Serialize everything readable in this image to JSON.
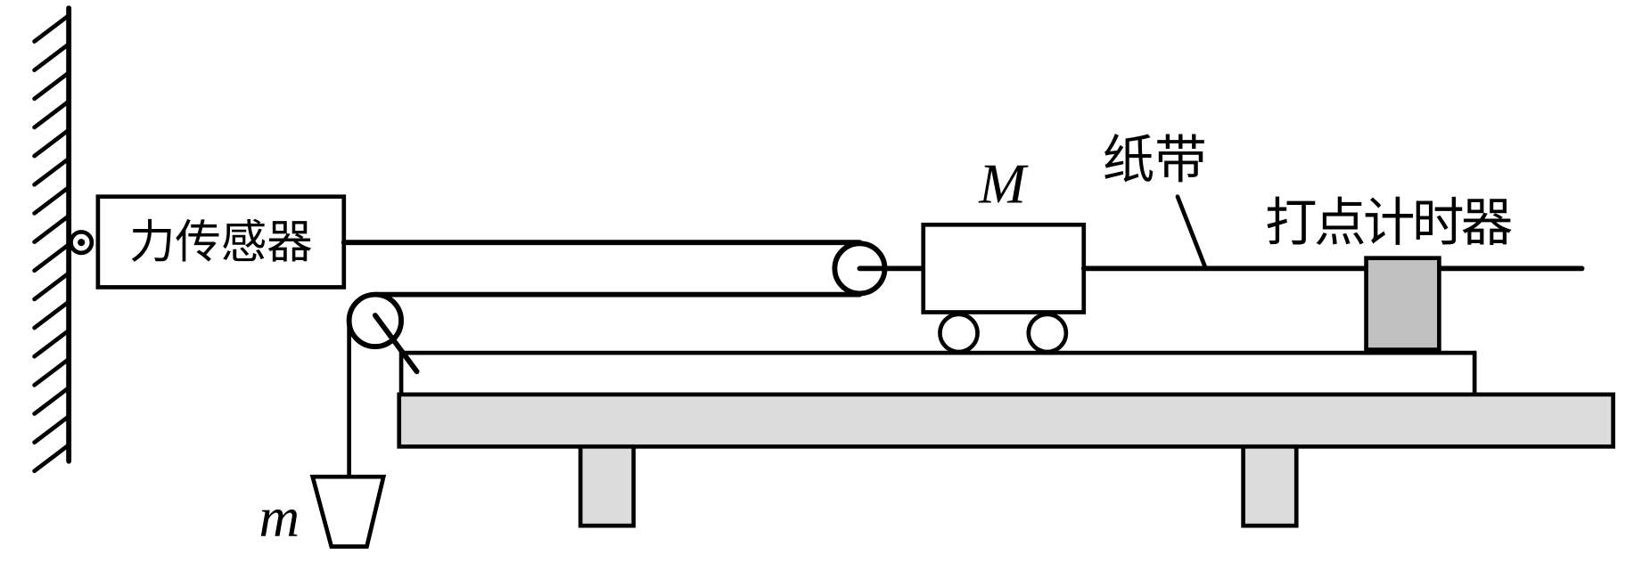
{
  "labels": {
    "sensor": "力传感器",
    "cart_mass": "M",
    "hanging_mass": "m",
    "paper_tape": "纸带",
    "timer": "打点计时器"
  },
  "colors": {
    "line": "#000000",
    "table": "#dcdcdc",
    "timer_block": "#c0c0c0"
  }
}
